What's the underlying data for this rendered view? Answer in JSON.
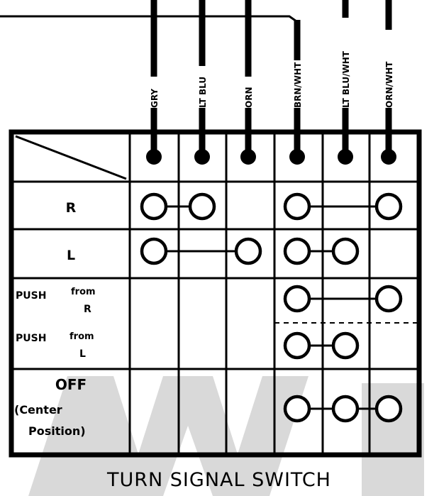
{
  "wires": [
    {
      "label": "GRY"
    },
    {
      "label": "LT BLU"
    },
    {
      "label": "ORN"
    },
    {
      "label": "BRN/WHT"
    },
    {
      "label": "LT BLU/WHT"
    },
    {
      "label": "ORN/WHT"
    }
  ],
  "rows": [
    {
      "label": "R"
    },
    {
      "label": "L"
    },
    {
      "label": "PUSH",
      "sublabel": "from R"
    },
    {
      "label": "PUSH",
      "sublabel": "from L"
    },
    {
      "label": "OFF",
      "sublabel_line1": "(Center",
      "sublabel_line2": "Position)"
    }
  ],
  "connections": [
    {
      "row": "R",
      "terminals": [
        "GRY",
        "LT BLU"
      ]
    },
    {
      "row": "R",
      "terminals": [
        "BRN/WHT",
        "ORN/WHT"
      ]
    },
    {
      "row": "L",
      "terminals": [
        "GRY",
        "ORN"
      ]
    },
    {
      "row": "L",
      "terminals": [
        "BRN/WHT",
        "LT BLU/WHT"
      ]
    },
    {
      "row": "PUSH from R",
      "terminals": [
        "BRN/WHT",
        "ORN/WHT"
      ]
    },
    {
      "row": "PUSH from L",
      "terminals": [
        "BRN/WHT",
        "LT BLU/WHT"
      ]
    },
    {
      "row": "OFF (Center Position)",
      "terminals": [
        "BRN/WHT",
        "LT BLU/WHT",
        "ORN/WHT"
      ]
    }
  ],
  "title": "TURN SIGNAL SWITCH",
  "colors": {
    "ink": "#000000",
    "watermark": "#d9d9d9"
  }
}
